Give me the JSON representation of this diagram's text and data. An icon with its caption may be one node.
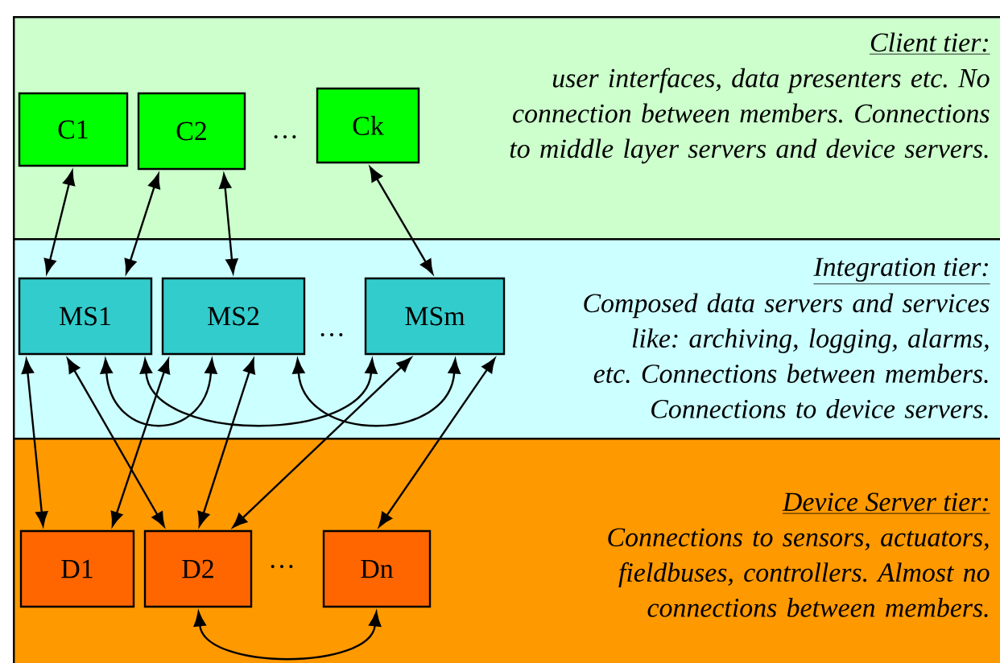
{
  "diagram": {
    "nodes": [
      {
        "text": [
          "Client tier:",
          "user interfaces, data presenters etc. No connection between members. Connections to middle layer servers and device servers."
        ]
      },
      {
        "text": [
          "C1"
        ],
        "in": 0
      },
      {
        "text": [
          "C2"
        ],
        "in": 0
      },
      {
        "text": [
          "Ck"
        ],
        "in": 0
      },
      {
        "text": [
          "Integration tier:",
          "Composed data servers and services like: archiving, logging, alarms, etc. Connections between members. Connections to device servers."
        ]
      },
      {
        "text": [
          "MS1"
        ],
        "in": 4
      },
      {
        "text": [
          "MS2"
        ],
        "in": 4
      },
      {
        "text": [
          "MSm"
        ],
        "in": 4
      },
      {
        "text": [
          "Device Server tier:",
          "Connections to sensors, actuators, fieldbuses, controllers. Almost no connections between members."
        ]
      },
      {
        "text": [
          "D1"
        ],
        "in": 8
      },
      {
        "text": [
          "D2"
        ],
        "in": 8
      },
      {
        "text": [
          "Dn"
        ],
        "in": 8
      }
    ],
    "edges": [
      {
        "from": 5,
        "to": 1,
        "arrow": "both"
      },
      {
        "from": 5,
        "to": 2,
        "arrow": "both"
      },
      {
        "from": 6,
        "to": 2,
        "arrow": "both"
      },
      {
        "from": 7,
        "to": 3,
        "arrow": "both"
      },
      {
        "from": 5,
        "to": 6,
        "arrow": "both"
      },
      {
        "from": 5,
        "to": 7,
        "arrow": "both"
      },
      {
        "from": 6,
        "to": 7,
        "arrow": "both"
      },
      {
        "from": 5,
        "to": 9,
        "arrow": "both"
      },
      {
        "from": 5,
        "to": 10,
        "arrow": "both"
      },
      {
        "from": 6,
        "to": 9,
        "arrow": "both"
      },
      {
        "from": 6,
        "to": 10,
        "arrow": "both"
      },
      {
        "from": 7,
        "to": 10,
        "arrow": "both"
      },
      {
        "from": 7,
        "to": 11,
        "arrow": "both"
      },
      {
        "from": 10,
        "to": 11,
        "arrow": "both"
      }
    ],
    "labels": [
      "…",
      "…",
      "…"
    ]
  }
}
